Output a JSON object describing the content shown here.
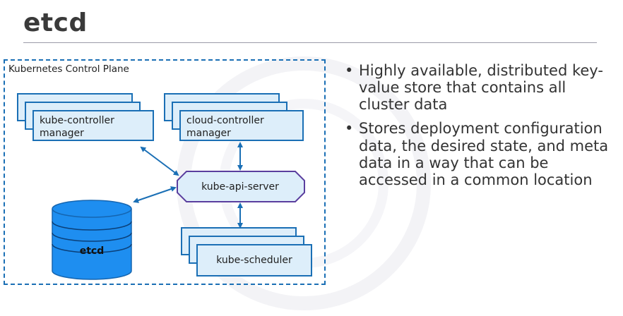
{
  "title": "etcd",
  "diagram": {
    "container_label": "Kubernetes Control Plane",
    "controller_manager": "kube-controller manager",
    "cloud_controller_manager": "cloud-controller manager",
    "api_server": "kube-api-server",
    "etcd": "etcd",
    "scheduler": "kube-scheduler"
  },
  "bullets": [
    "Highly available, distributed key-value store that contains all cluster data",
    "Stores deployment configuration data, the desired state, and meta data in a way that can be accessed in a common location"
  ],
  "colors": {
    "accent_blue": "#1a6fb5",
    "card_fill": "#ddeefa",
    "api_border": "#5a3e9e",
    "etcd_fill": "#1e8ef0"
  }
}
